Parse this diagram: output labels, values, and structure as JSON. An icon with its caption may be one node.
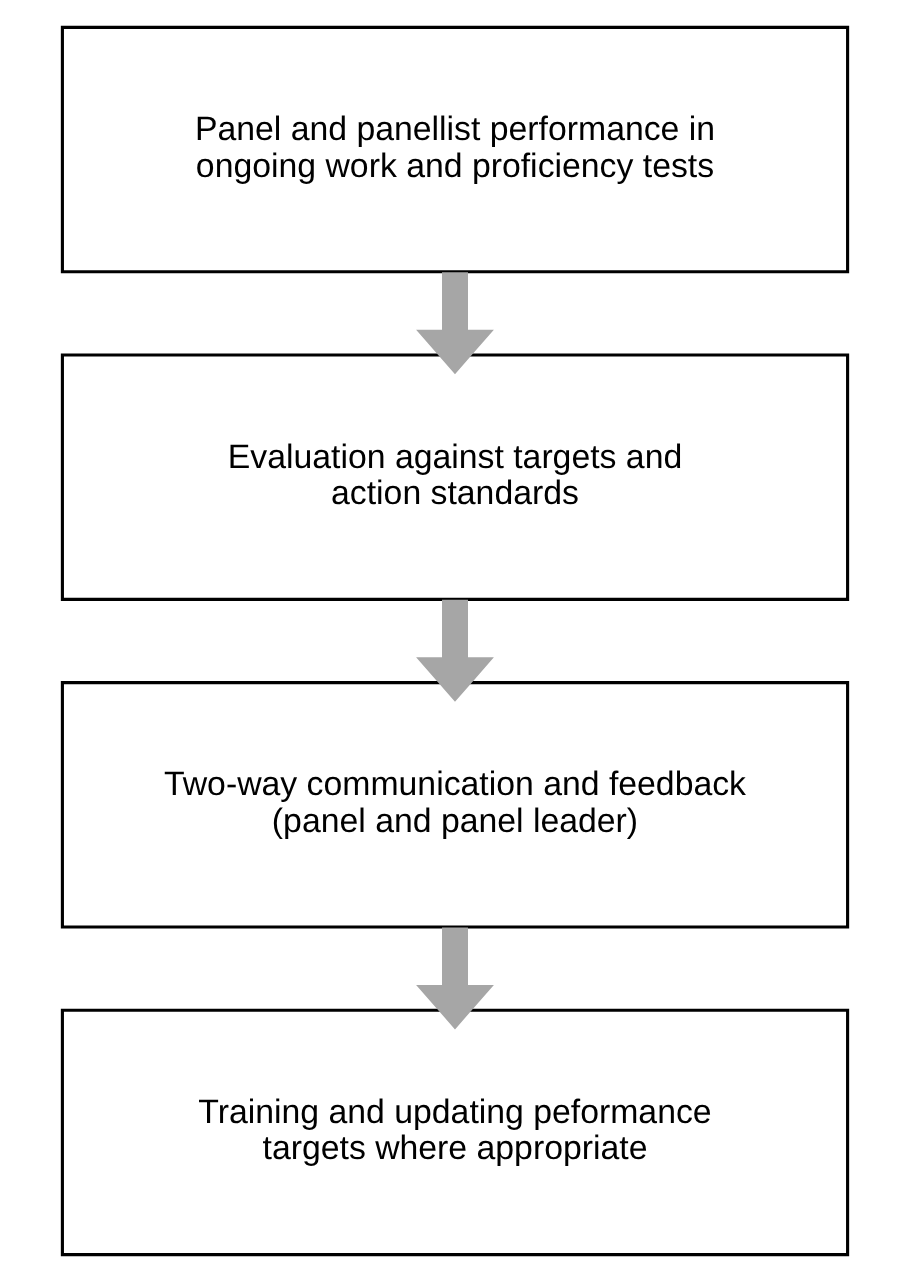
{
  "diagram": {
    "nodes": [
      {
        "text": [
          "Panel and panellist performance in ongoing work and proficiency tests"
        ]
      },
      {
        "text": [
          "Evaluation against targets and action standards"
        ]
      },
      {
        "text": [
          "Two-way communication and feedback (panel and panel leader)"
        ]
      },
      {
        "text": [
          "Training and updating peformance targets where appropriate"
        ]
      }
    ],
    "edges": [
      {
        "from": 0,
        "to": 1,
        "arrow": "to"
      },
      {
        "from": 1,
        "to": 2,
        "arrow": "to"
      },
      {
        "from": 2,
        "to": 3,
        "arrow": "to"
      }
    ]
  }
}
